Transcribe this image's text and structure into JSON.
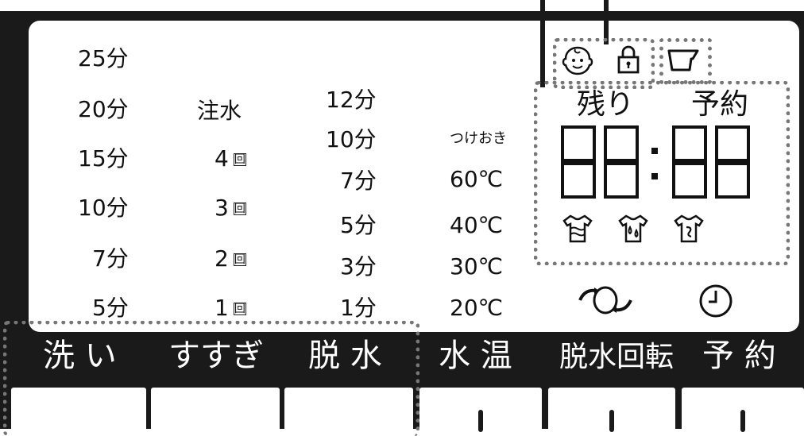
{
  "wash_times": [
    "25分",
    "20分",
    "15分",
    "10分",
    "7分",
    "5分"
  ],
  "rinse": {
    "header": "注水",
    "counts": [
      "4",
      "3",
      "2",
      "1"
    ],
    "unit": "回"
  },
  "spin_times": [
    "12分",
    "10分",
    "7分",
    "5分",
    "3分",
    "1分"
  ],
  "water_temp": {
    "header": "つけおき",
    "temps": [
      "60℃",
      "40℃",
      "30℃",
      "20℃"
    ]
  },
  "status_display": {
    "remaining_label": "残り",
    "reservation_label": "予約",
    "digits": "88:88"
  },
  "buttons": {
    "wash": "洗 い",
    "rinse": "すすぎ",
    "spin": "脱 水",
    "water_temp": "水 温",
    "spin_speed": "脱水回転",
    "reservation": "予 約"
  },
  "icons": [
    "child-lock-face-icon",
    "lock-icon",
    "detergent-cup-icon",
    "shirt-wash-icon",
    "shirt-rinse-icon",
    "shirt-spin-icon",
    "spin-drum-icon",
    "clock-icon"
  ]
}
